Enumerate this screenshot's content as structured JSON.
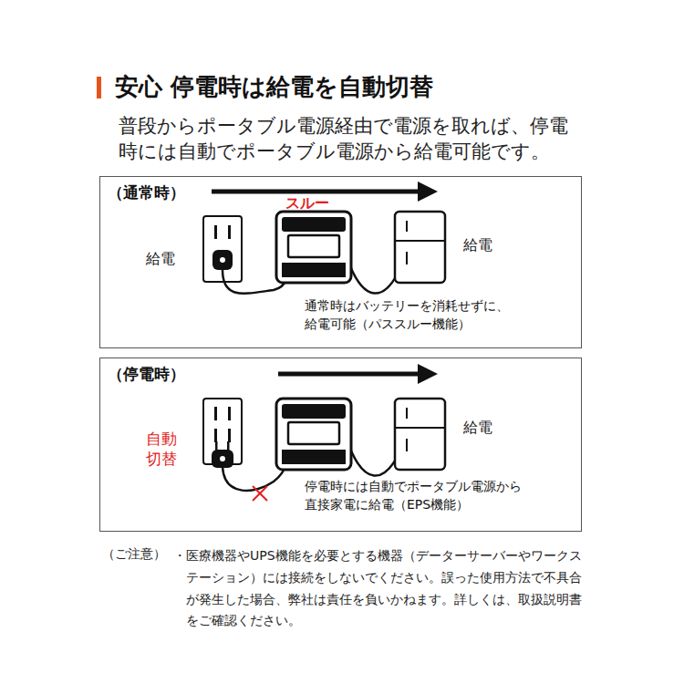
{
  "diagram": {
    "title": "安心 停電時は給電を自動切替",
    "nodes": [
      {
        "text": [
          "（通常時）"
        ]
      },
      {
        "text": [
          "（停電時）"
        ]
      }
    ],
    "labels": [
      "普段からポータブル電源経由で電源を取れば、停電時には自動でポータブル電源から給電可能です。",
      "スルー",
      "給電",
      "給電",
      "通常時はバッテリーを消耗せずに、給電可能（パススルー機能）",
      "自動 切替",
      "給電",
      "停電時には自動でポータブル電源から直接家電に給電（EPS機能）",
      "（ご注意）",
      "・医療機器やUPS機能を必要とする機器（データーサーバーやワークステーション）には接続をしないでください。誤った使用方法で不具合が発生した場合、弊社は責任を負いかねます。詳しくは、取扱説明書をご確認ください。"
    ]
  }
}
